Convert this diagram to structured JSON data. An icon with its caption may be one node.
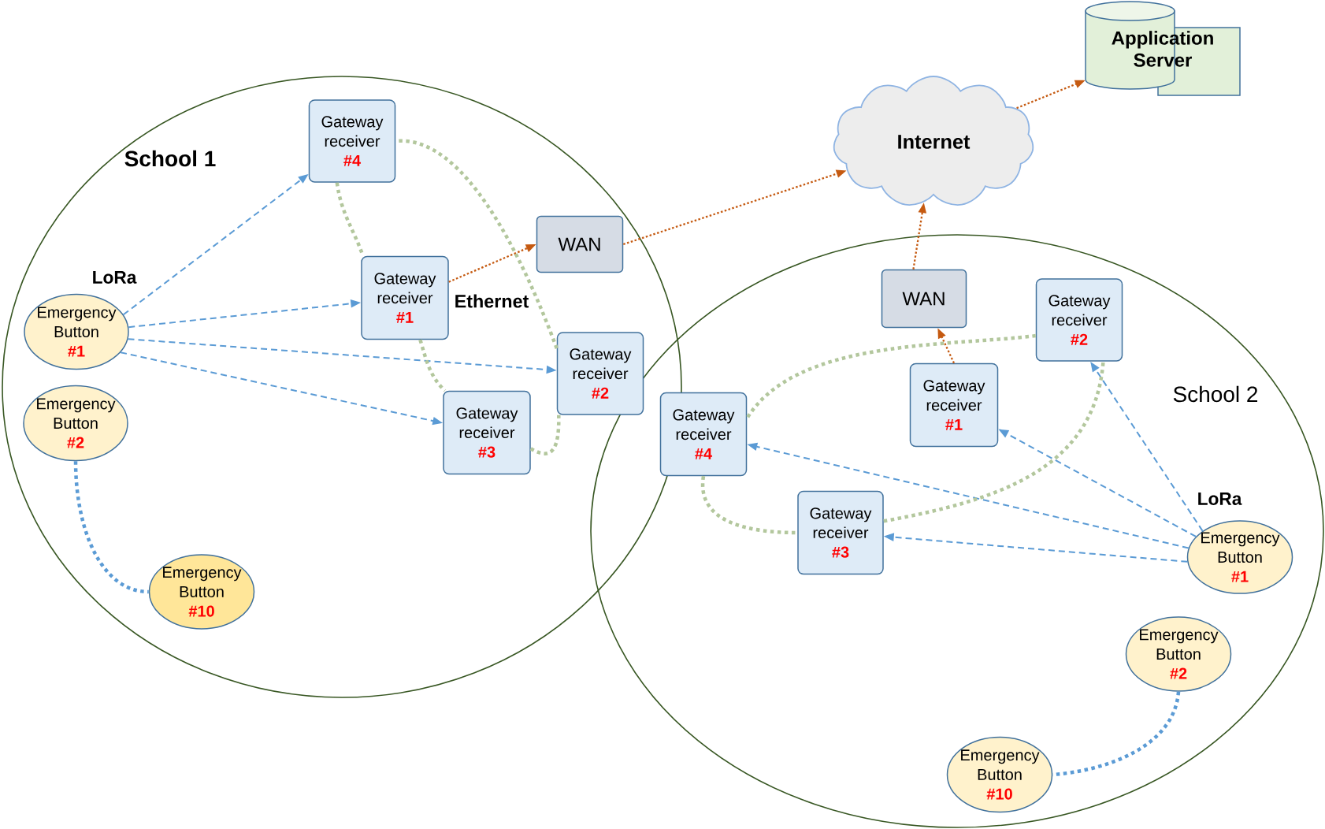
{
  "diagram": {
    "nodes": [
      {
        "text": [
          "School 1"
        ]
      },
      {
        "text": [
          "Gateway receiver",
          "#4"
        ],
        "in": 0
      },
      {
        "text": [
          "WAN"
        ],
        "in": 0
      },
      {
        "text": [
          "Gateway receiver",
          "#1"
        ],
        "in": 0
      },
      {
        "text": [
          "Emergency Button",
          "#1"
        ],
        "in": 0
      },
      {
        "text": [
          "Gateway receiver",
          "#2"
        ],
        "in": 0
      },
      {
        "text": [
          "Gateway receiver",
          "#3"
        ],
        "in": 0
      },
      {
        "text": [
          "Emergency Button",
          "#2"
        ],
        "in": 0
      },
      {
        "text": [
          "Emergency Button",
          "#10"
        ],
        "in": 0
      },
      {
        "text": [
          "Application Server"
        ]
      },
      {
        "text": [
          "Internet"
        ]
      },
      {
        "text": [
          "School 2"
        ]
      },
      {
        "text": [
          "WAN"
        ],
        "in": 11
      },
      {
        "text": [
          "Gateway receiver",
          "#2"
        ],
        "in": 11
      },
      {
        "text": [
          "Gateway receiver",
          "#1"
        ],
        "in": 11
      },
      {
        "text": [
          "Gateway receiver",
          "#4"
        ],
        "in": 11
      },
      {
        "text": [
          "Gateway receiver",
          "#3"
        ],
        "in": 11
      },
      {
        "text": [
          "Emergency Button",
          "#1"
        ],
        "in": 11
      },
      {
        "text": [
          "Emergency Button",
          "#2"
        ],
        "in": 11
      },
      {
        "text": [
          "Emergency Button",
          "#10"
        ],
        "in": 11
      }
    ],
    "edges": [
      {
        "from": 4,
        "to": 1,
        "arrow": "to",
        "style": "dashed"
      },
      {
        "from": 4,
        "to": 3,
        "arrow": "to",
        "style": "dashed"
      },
      {
        "from": 4,
        "to": 5,
        "arrow": "to",
        "style": "dashed"
      },
      {
        "from": 4,
        "to": 6,
        "arrow": "to",
        "style": "dashed"
      },
      {
        "from": 3,
        "to": 2,
        "arrow": "to",
        "label": "Ethernet",
        "color": "#c55a11"
      },
      {
        "from": 2,
        "to": 10,
        "arrow": "to",
        "color": "#c55a11"
      },
      {
        "from": 10,
        "to": 9,
        "arrow": "to",
        "color": "#c55a11"
      },
      {
        "from": 12,
        "to": 10,
        "arrow": "to",
        "color": "#c55a11"
      },
      {
        "from": 14,
        "to": 12,
        "arrow": "to",
        "color": "#c55a11"
      },
      {
        "from": 17,
        "to": 13,
        "arrow": "to",
        "style": "dashed"
      },
      {
        "from": 17,
        "to": 14,
        "arrow": "to",
        "style": "dashed"
      },
      {
        "from": 17,
        "to": 15,
        "arrow": "to",
        "style": "dashed"
      },
      {
        "from": 17,
        "to": 16,
        "arrow": "to",
        "style": "dashed"
      },
      {
        "from": 7,
        "to": 8,
        "arrow": "none",
        "style": "dashed"
      },
      {
        "from": 18,
        "to": 19,
        "arrow": "none",
        "style": "dashed"
      },
      {
        "from": 1,
        "to": 3,
        "arrow": "none",
        "style": "dashed",
        "color": "#b3c79d"
      },
      {
        "from": 3,
        "to": 6,
        "arrow": "none",
        "style": "dashed",
        "color": "#b3c79d"
      },
      {
        "from": 6,
        "to": 5,
        "arrow": "none",
        "style": "dashed",
        "color": "#b3c79d"
      },
      {
        "from": 5,
        "to": 1,
        "arrow": "none",
        "style": "dashed",
        "color": "#b3c79d"
      },
      {
        "from": 13,
        "to": 15,
        "arrow": "none",
        "style": "dashed",
        "color": "#b3c79d"
      },
      {
        "from": 15,
        "to": 16,
        "arrow": "none",
        "style": "dashed",
        "color": "#b3c79d"
      },
      {
        "from": 16,
        "to": 13,
        "arrow": "none",
        "style": "dashed",
        "color": "#b3c79d"
      }
    ],
    "labels": [
      "LoRa",
      "LoRa"
    ]
  }
}
